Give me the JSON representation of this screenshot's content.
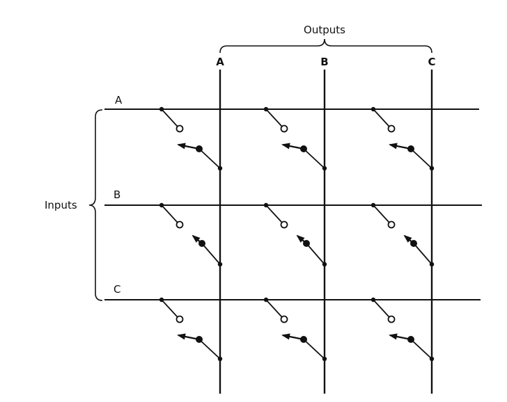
{
  "labels": {
    "outputs": "Outputs",
    "inputs": "Inputs",
    "output_a": "A",
    "output_b": "B",
    "output_c": "C",
    "input_a": "A",
    "input_b": "B",
    "input_c": "C"
  },
  "switches": [
    {
      "input": "A",
      "output": "A",
      "state": "open"
    },
    {
      "input": "A",
      "output": "B",
      "state": "open"
    },
    {
      "input": "A",
      "output": "C",
      "state": "open"
    },
    {
      "input": "B",
      "output": "A",
      "state": "closed"
    },
    {
      "input": "B",
      "output": "B",
      "state": "closed"
    },
    {
      "input": "B",
      "output": "C",
      "state": "closed"
    },
    {
      "input": "C",
      "output": "A",
      "state": "open"
    },
    {
      "input": "C",
      "output": "B",
      "state": "open"
    },
    {
      "input": "C",
      "output": "C",
      "state": "open"
    }
  ],
  "colors": {
    "ink": "#111111",
    "background": "#ffffff"
  }
}
